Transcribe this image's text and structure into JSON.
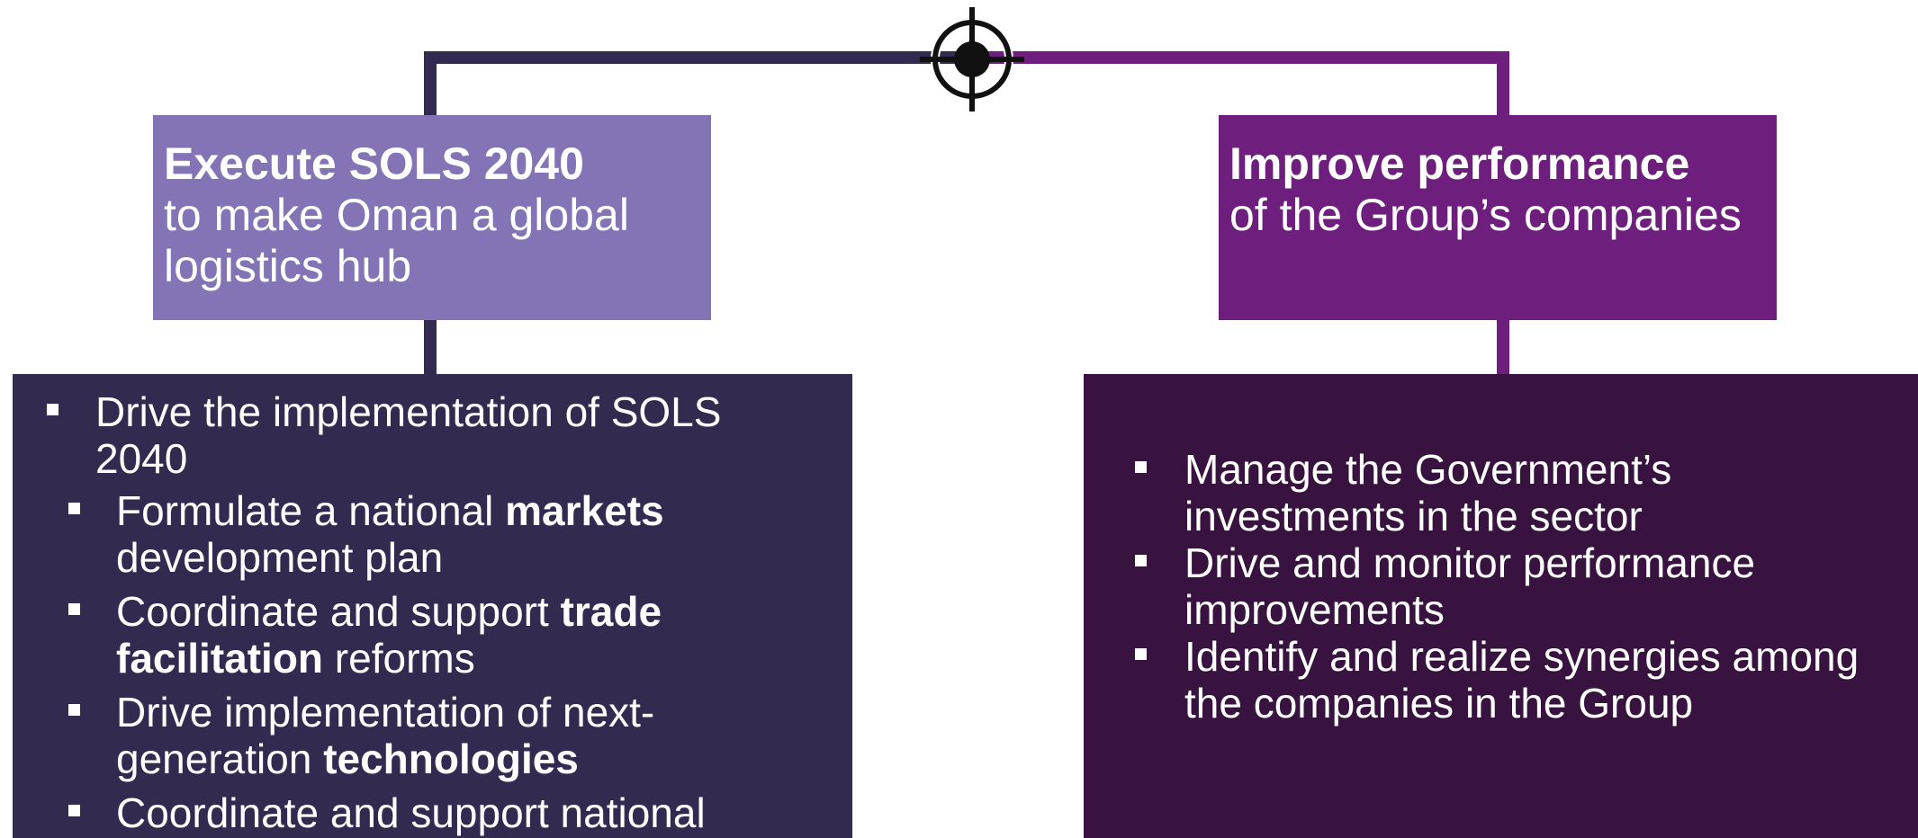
{
  "colors": {
    "left_head_bg": "#8474b5",
    "left_body_bg": "#322a4f",
    "left_line": "#322a4f",
    "right_head_bg": "#6e1f7d",
    "right_body_bg": "#38133f",
    "right_line": "#6e1f7d",
    "target_icon": "#111111"
  },
  "icons": {
    "center": "crosshair-target-icon",
    "bullet": "square-bullet-icon"
  },
  "left": {
    "heading_strong": "Execute SOLS 2040",
    "heading_rest": "to make Oman a global logistics hub",
    "items": [
      {
        "level": 1,
        "parts": [
          {
            "text": "Drive the implementation of SOLS 2040",
            "bold": false
          }
        ]
      },
      {
        "level": 2,
        "parts": [
          {
            "text": "Formulate a national ",
            "bold": false
          },
          {
            "text": "markets",
            "bold": true
          },
          {
            "text": " development plan",
            "bold": false
          }
        ]
      },
      {
        "level": 2,
        "parts": [
          {
            "text": "Coordinate and support ",
            "bold": false
          },
          {
            "text": "trade facilitation",
            "bold": true
          },
          {
            "text": " reforms",
            "bold": false
          }
        ]
      },
      {
        "level": 2,
        "parts": [
          {
            "text": "Drive implementation of next-generation ",
            "bold": false
          },
          {
            "text": "technologies",
            "bold": true
          }
        ]
      },
      {
        "level": 2,
        "parts": [
          {
            "text": "Coordinate and support national",
            "bold": false
          }
        ]
      }
    ]
  },
  "right": {
    "heading_strong": "Improve performance",
    "heading_rest": "of the Group’s companies",
    "items": [
      {
        "level": 1,
        "parts": [
          {
            "text": "Manage the Government’s investments in the sector",
            "bold": false
          }
        ]
      },
      {
        "level": 1,
        "parts": [
          {
            "text": "Drive and monitor performance improvements",
            "bold": false
          }
        ]
      },
      {
        "level": 1,
        "parts": [
          {
            "text": "Identify and realize synergies among the companies in the Group",
            "bold": false
          }
        ]
      }
    ]
  }
}
